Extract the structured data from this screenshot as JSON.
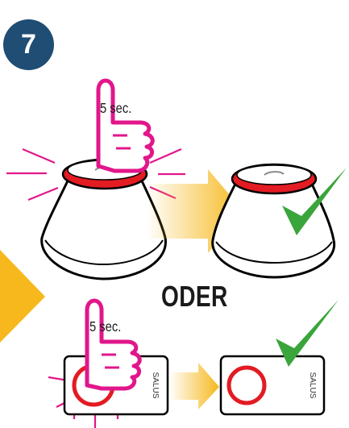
{
  "step": {
    "number": "7"
  },
  "top_section": {
    "press_duration_label": "5 sec."
  },
  "separator": {
    "text": "ODER"
  },
  "bottom_section": {
    "press_duration_label": "5 sec.",
    "brand_label": "SALUS"
  },
  "colors": {
    "badge": "#1f4d73",
    "hand": "#e2168b",
    "led_ring": "#e31b23",
    "glow": "#e2168b",
    "arrow": "#f6b81c",
    "check": "#3aa53a"
  }
}
